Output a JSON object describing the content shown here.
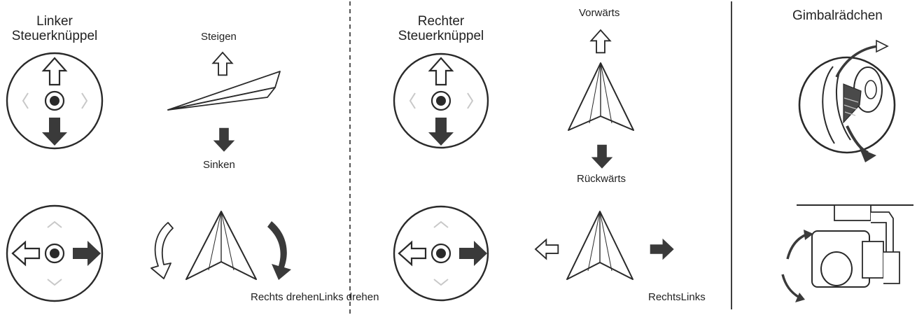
{
  "left_section": {
    "title_line1": "Linker",
    "title_line2": "Steuerknüppel",
    "climb_label": "Steigen",
    "descend_label": "Sinken",
    "rotate_label": "Rechts drehenLinks drehen"
  },
  "right_section": {
    "title_line1": "Rechter",
    "title_line2": "Steuerknüppel",
    "forward_label": "Vorwärts",
    "backward_label": "Rückwärts",
    "side_label": "RechtsLinks"
  },
  "gimbal_section": {
    "title": "Gimbalrädchen"
  },
  "colors": {
    "stroke": "#2a2a2a",
    "fill_dark": "#3a3a3a",
    "chevron": "#c8c8c8",
    "background": "#ffffff"
  },
  "icons": [
    "circle-stick-icon",
    "outline-arrow-icon",
    "filled-arrow-icon",
    "paper-plane-icon",
    "rotate-arrow-icon",
    "gimbal-wheel-icon",
    "gimbal-camera-icon"
  ]
}
